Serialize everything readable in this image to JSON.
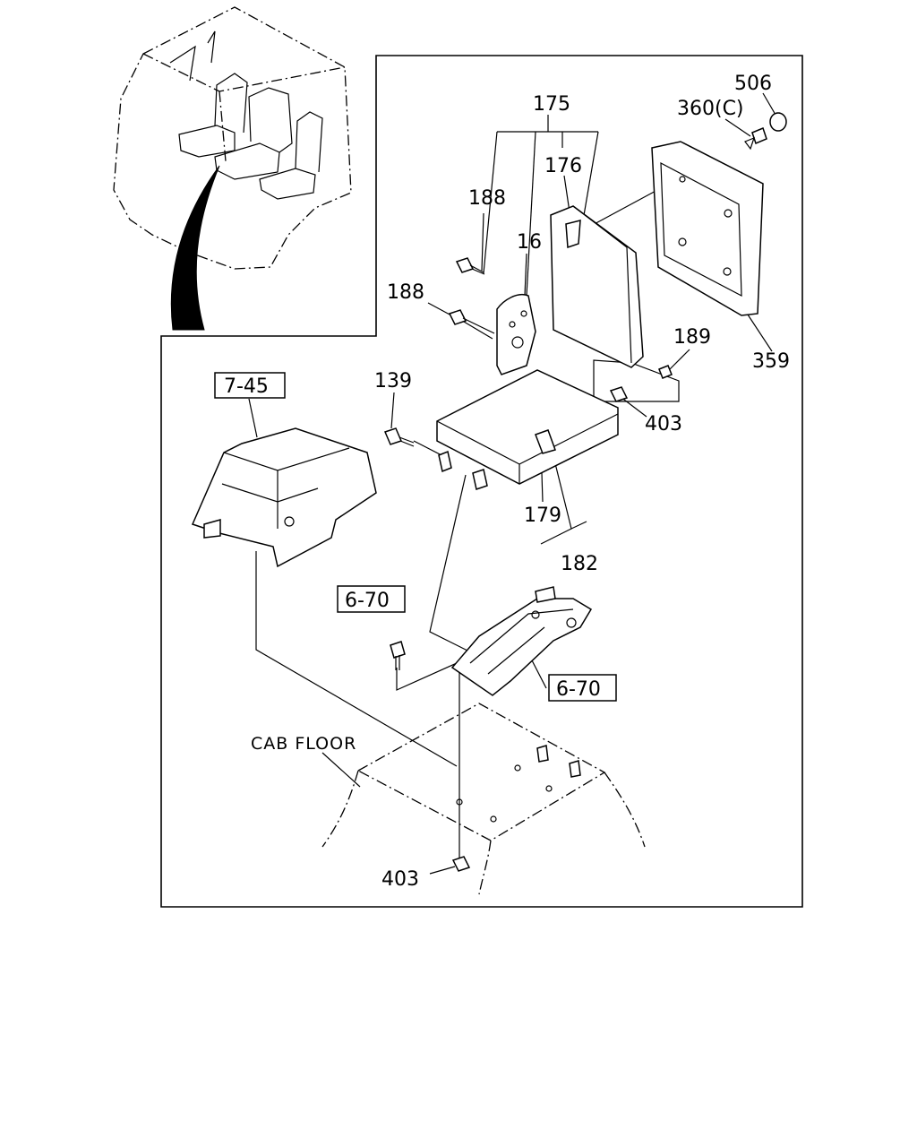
{
  "labels": {
    "p175": "175",
    "p176": "176",
    "p188a": "188",
    "p188b": "188",
    "p16": "16",
    "p506": "506",
    "p360c": "360(C)",
    "p359": "359",
    "p189": "189",
    "p139": "139",
    "p403a": "403",
    "p179": "179",
    "p182": "182",
    "p403b": "403"
  },
  "refs": {
    "r745": "7-45",
    "r670a": "6-70",
    "r670b": "6-70"
  },
  "cab_floor_label": "CAB FLOOR"
}
